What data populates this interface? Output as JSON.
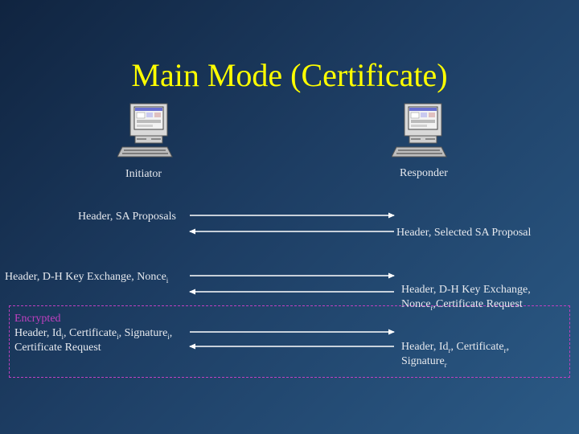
{
  "slide": {
    "title": "Main Mode (Certificate)",
    "initiator_label": "Initiator",
    "responder_label": "Responder"
  },
  "messages": {
    "m1_left": "Header, SA Proposals",
    "m2_right": "Header, Selected SA Proposal",
    "m3_left_text": "Header, D-H Key Exchange, Nonce",
    "m3_left_sub": "i",
    "m4_right_line1": "Header, D-H Key Exchange,",
    "m4_right_line2_pre": "Nonce",
    "m4_right_line2_sub": "r",
    "m4_right_line2_post": ",Certificate Request",
    "encrypted_label": "Encrypted",
    "m5_line1_a": "Header, Id",
    "m5_line1_sub1": "i",
    "m5_line1_b": ", Certificate",
    "m5_line1_sub2": "i",
    "m5_line1_c": ", Signature",
    "m5_line1_sub3": "i",
    "m5_line1_d": ",",
    "m5_line2": "Certificate Request",
    "m6_line1_a": "Header, Id",
    "m6_line1_sub1": "r",
    "m6_line1_b": ", Certificate",
    "m6_line1_sub2": "r",
    "m6_line1_c": ",",
    "m6_line2_a": "Signature",
    "m6_line2_sub": "r"
  },
  "colors": {
    "title": "#ffff00",
    "text": "#e6e9ee",
    "arrow": "#ffffff",
    "encrypted_box": "#c040c0"
  }
}
